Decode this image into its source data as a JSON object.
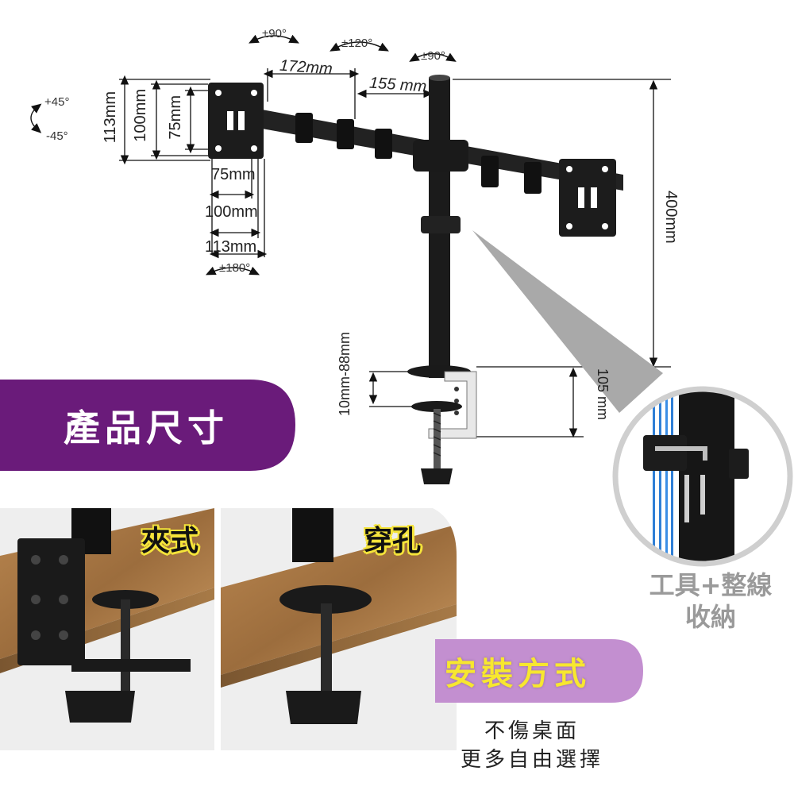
{
  "dimensions": {
    "arm_left": "172mm",
    "arm_right": "155 mm",
    "vesa_113": "113mm",
    "vesa_100": "100mm",
    "vesa_75": "75mm",
    "h_75": "75mm",
    "h_100": "100mm",
    "h_113": "113mm",
    "pole_height": "400mm",
    "clamp_height": "105 mm",
    "desk_range": "10mm-88mm"
  },
  "angles": {
    "tilt_up": "+45°",
    "tilt_down": "-45°",
    "swivel_left": "±90°",
    "swivel_center": "±120°",
    "swivel_right": "±90°",
    "rotate": "±180°"
  },
  "labels": {
    "product_size": "產品尺寸",
    "clamp": "夾式",
    "grommet": "穿孔",
    "install_method": "安裝方式",
    "tool_line1": "工具+整線",
    "tool_line2": "收納",
    "note_line1": "不傷桌面",
    "note_line2": "更多自由選擇"
  },
  "colors": {
    "purple": "#6a1b7a",
    "lavender": "#c38fd0",
    "yellow_tag": "#f5e43a",
    "gray_circle": "#cfcfcf",
    "cable_blue": "#2f7fd6"
  }
}
